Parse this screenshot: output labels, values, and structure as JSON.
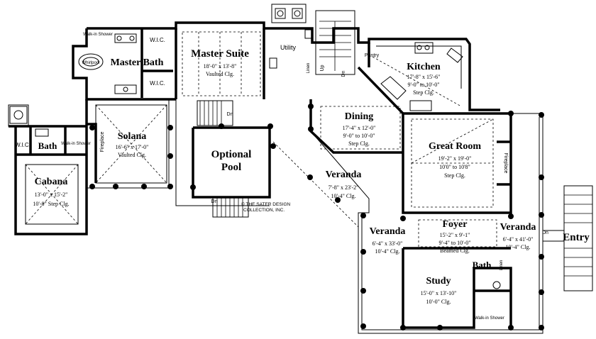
{
  "rooms": {
    "master_suite": {
      "name": "Master Suite",
      "dim1": "18'-0\" x 13'-8\"",
      "dim2": "Vaulted Clg."
    },
    "master_bath": {
      "name": "Master Bath"
    },
    "wic_1": {
      "name": "W.I.C."
    },
    "wic_2": {
      "name": "W.I.C."
    },
    "wic_3": {
      "name": "W.I.C."
    },
    "walkin_shower_1": {
      "name": "Walk-in Shower"
    },
    "walkin_shower_2": {
      "name": "Walk-in Shower"
    },
    "walkin_shower_3": {
      "name": "Walk-in Shower"
    },
    "whirlpool": {
      "name": "Whirlpool"
    },
    "utility": {
      "name": "Utility"
    },
    "pantry": {
      "name": "Pantry"
    },
    "linen_1": {
      "name": "Linen"
    },
    "linen_2": {
      "name": "Linen"
    },
    "kitchen": {
      "name": "Kitchen",
      "dim1": "17'-8\" x 15'-6\"",
      "dim2": "9'-0\" to 10'-0\"",
      "dim3": "Step Clg."
    },
    "dining": {
      "name": "Dining",
      "dim1": "17'-4\" x 12'-0\"",
      "dim2": "9'-0\" to 10'-0\"",
      "dim3": "Step Clg."
    },
    "solana": {
      "name": "Solana",
      "dim1": "16'-6\" x 17'-0\"",
      "dim2": "Vaulted Clg."
    },
    "bath_1": {
      "name": "Bath"
    },
    "bath_2": {
      "name": "Bath"
    },
    "cabana": {
      "name": "Cabana",
      "dim1": "13'-0\" x 15'-2\"",
      "dim2": "10'-8\" Step Clg."
    },
    "pool": {
      "name_line1": "Optional",
      "name_line2": "Pool"
    },
    "veranda_1": {
      "name": "Veranda",
      "dim1": "7'-8\" x 23'-2\"",
      "dim2": "10'-4\" Clg."
    },
    "veranda_2": {
      "name": "Veranda",
      "dim1": "6'-4\" x 33'-0\"",
      "dim2": "10'-4\" Clg."
    },
    "veranda_3": {
      "name": "Veranda",
      "dim1": "6'-4\" x 41'-0\"",
      "dim2": "10'-4\" Clg."
    },
    "great_room": {
      "name": "Great Room",
      "dim1": "19'-2\" x 19'-0\"",
      "dim2": "10'0\" to 10'8\"",
      "dim3": "Step Clg."
    },
    "foyer": {
      "name": "Foyer",
      "dim1": "15'-2\" x 9'-1\"",
      "dim2": "9'-4\" to 10'-0\"",
      "dim3": "Beamed Clg."
    },
    "study": {
      "name": "Study",
      "dim1": "15'-0\" x 13'-10\"",
      "dim2": "10'-0\" Clg."
    },
    "entry": {
      "name": "Entry"
    }
  },
  "labels": {
    "fireplace_1": "Fireplace",
    "fireplace_2": "Fireplace",
    "dn_1": "Dn",
    "dn_2": "Dn",
    "dn_3": "Dn",
    "dn_4": "Dn",
    "up_1": "Up",
    "copyright_line1": "© THE SATER DESIGN",
    "copyright_line2": "COLLECTION, INC."
  }
}
